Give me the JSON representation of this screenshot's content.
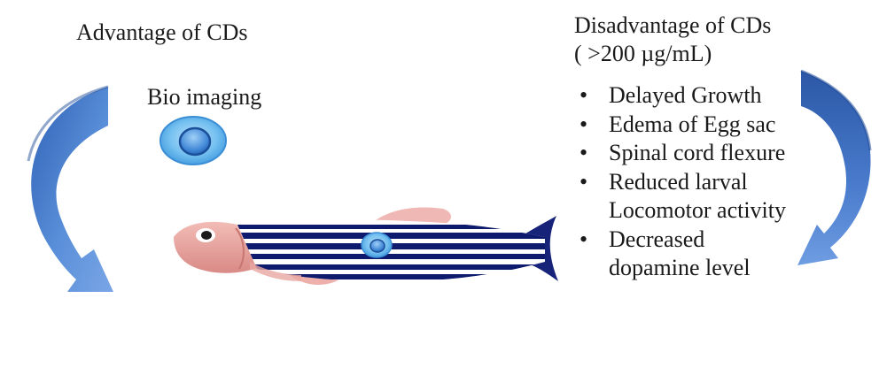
{
  "advantage": {
    "title": "Advantage of CDs",
    "item": "Bio imaging"
  },
  "disadvantage": {
    "title": "Disadvantage of CDs",
    "concentration": "( >200 µg/mL)",
    "items": [
      "Delayed Growth",
      "Edema of Egg sac",
      "Spinal cord flexure",
      "Reduced larval Locomotor activity",
      "Decreased dopamine level"
    ]
  },
  "icons": {
    "left_arrow": "curved-arrow-icon",
    "right_arrow": "curved-arrow-icon",
    "cell": "cell-icon",
    "fish": "zebrafish-larva-icon"
  },
  "colors": {
    "arrow_light": "#5f8fd6",
    "arrow_dark": "#2c5aa8",
    "stripe": "#0d1a6e",
    "fish_body": "#e8a3a0",
    "fin": "#f0b8b4",
    "cell_outer": "#4aa8e6",
    "cell_inner": "#2a6fc2"
  }
}
